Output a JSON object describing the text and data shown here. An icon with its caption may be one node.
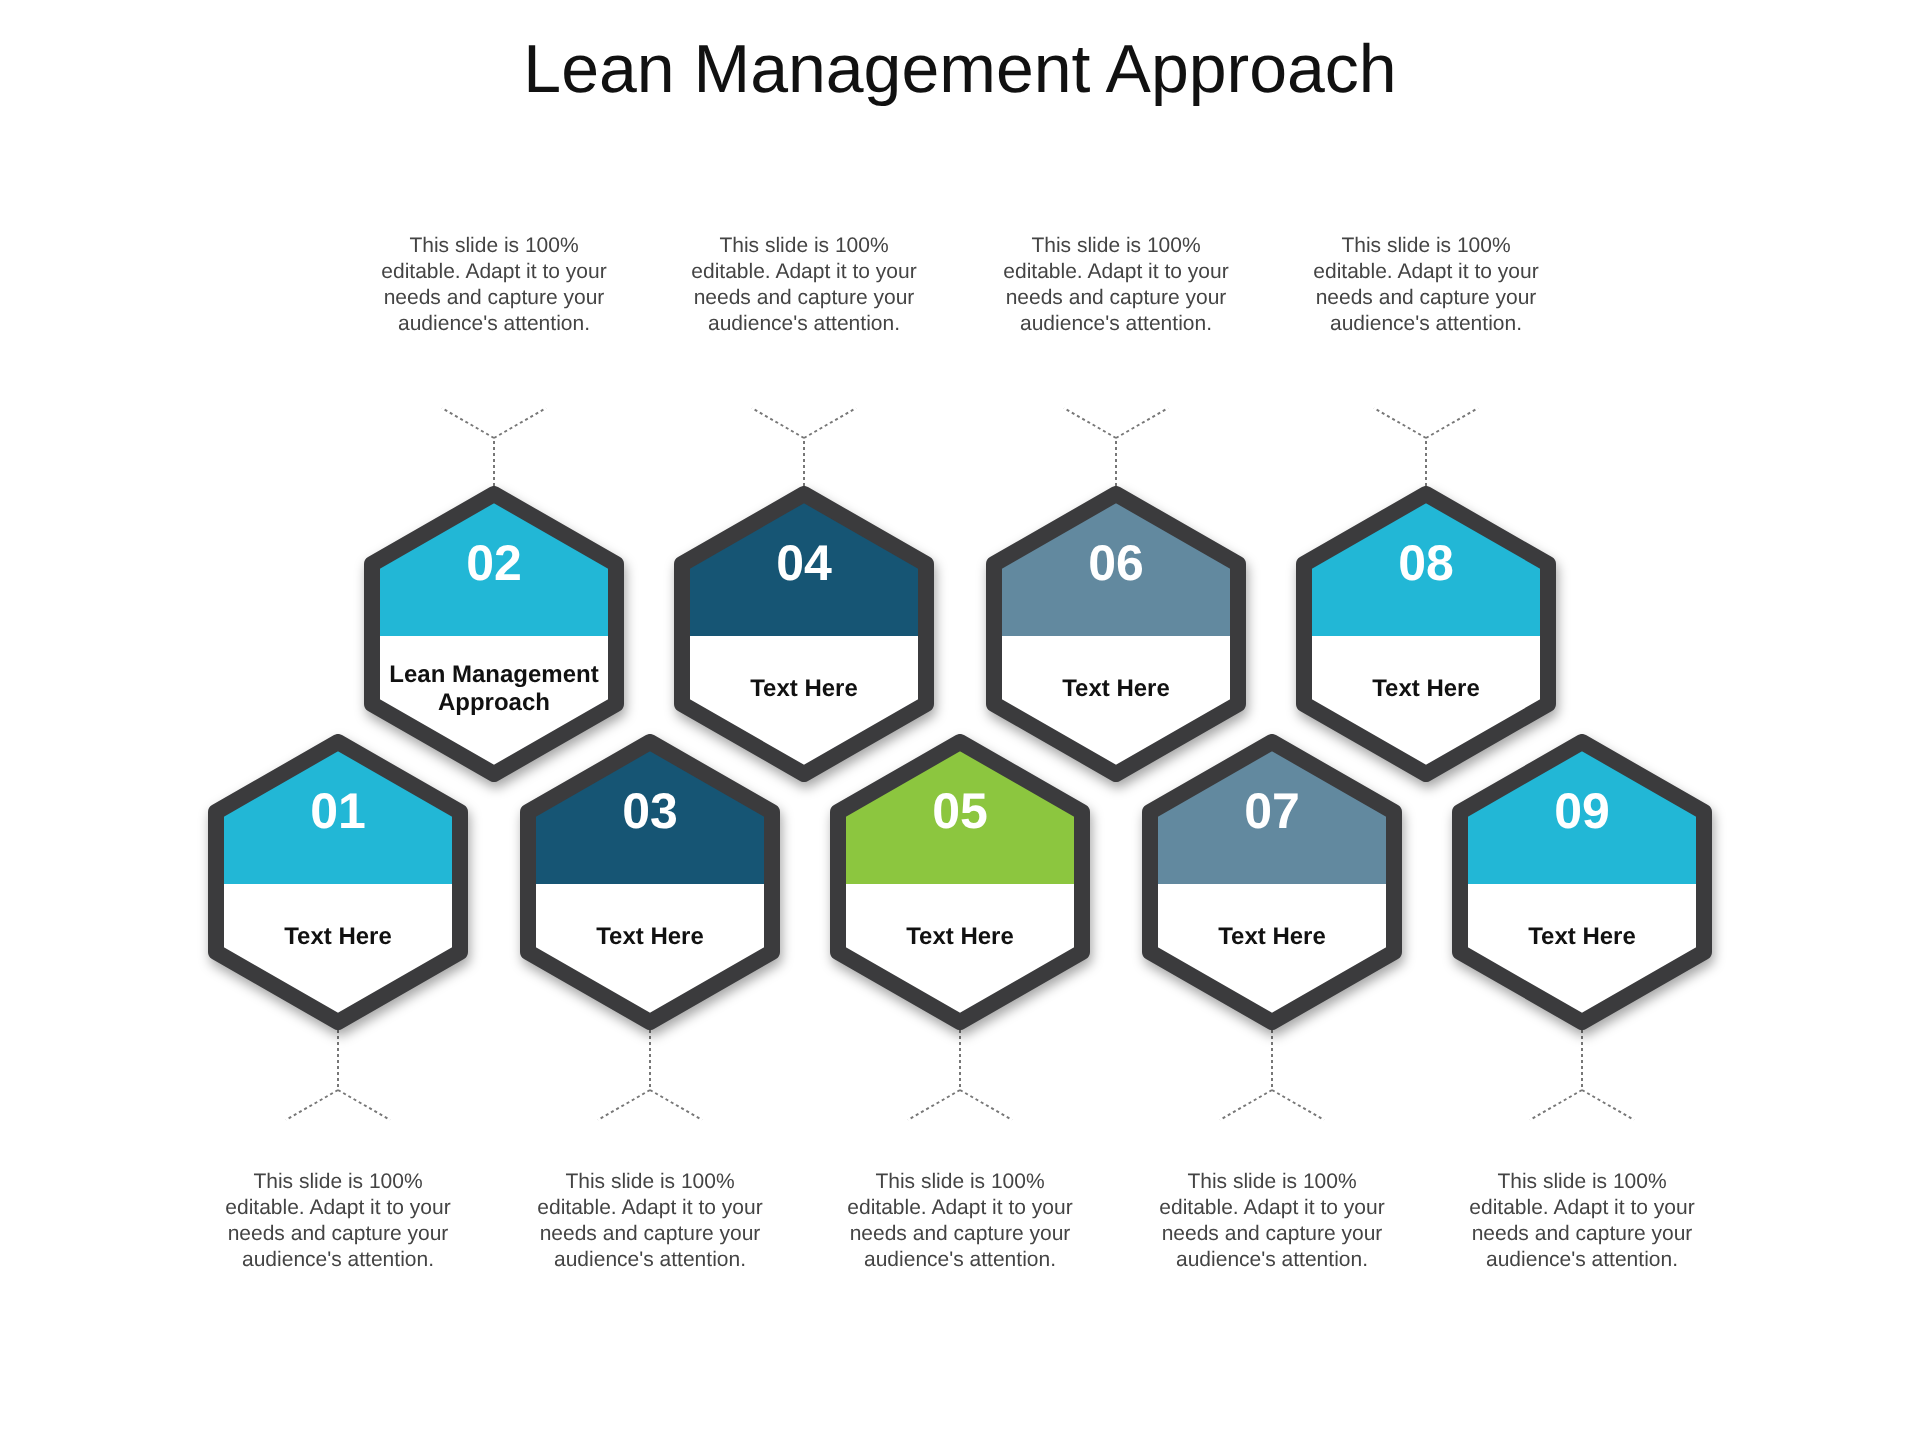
{
  "diagram": {
    "title": "Lean Management Approach",
    "nodes": [
      {
        "text": [
          "01",
          "Text Here"
        ]
      },
      {
        "text": [
          "02",
          "Lean Management Approach"
        ]
      },
      {
        "text": [
          "03",
          "Text Here"
        ]
      },
      {
        "text": [
          "04",
          "Text Here"
        ]
      },
      {
        "text": [
          "05",
          "Text Here"
        ]
      },
      {
        "text": [
          "06",
          "Text Here"
        ]
      },
      {
        "text": [
          "07",
          "Text Here"
        ]
      },
      {
        "text": [
          "08",
          "Text Here"
        ]
      },
      {
        "text": [
          "09",
          "Text Here"
        ]
      },
      {
        "text": [
          "This slide is 100% editable. Adapt it to your needs and capture your audience's attention."
        ]
      },
      {
        "text": [
          "This slide is 100% editable. Adapt it to your needs and capture your audience's attention."
        ]
      },
      {
        "text": [
          "This slide is 100% editable. Adapt it to your needs and capture your audience's attention."
        ]
      },
      {
        "text": [
          "This slide is 100% editable. Adapt it to your needs and capture your audience's attention."
        ]
      },
      {
        "text": [
          "This slide is 100% editable. Adapt it to your needs and capture your audience's attention."
        ]
      },
      {
        "text": [
          "This slide is 100% editable. Adapt it to your needs and capture your audience's attention."
        ]
      },
      {
        "text": [
          "This slide is 100% editable. Adapt it to your needs and capture your audience's attention."
        ]
      },
      {
        "text": [
          "This slide is 100% editable. Adapt it to your needs and capture your audience's attention."
        ]
      },
      {
        "text": [
          "This slide is 100% editable. Adapt it to your needs and capture your audience's attention."
        ]
      }
    ],
    "edges": [
      {
        "from": 0,
        "to": 9,
        "arrow": "other",
        "style": "dashed"
      },
      {
        "from": 1,
        "to": 10,
        "arrow": "other",
        "style": "dashed"
      },
      {
        "from": 2,
        "to": 11,
        "arrow": "other",
        "style": "dashed"
      },
      {
        "from": 3,
        "to": 12,
        "arrow": "other",
        "style": "dashed"
      },
      {
        "from": 4,
        "to": 13,
        "arrow": "other",
        "style": "dashed"
      },
      {
        "from": 5,
        "to": 14,
        "arrow": "other",
        "style": "dashed"
      },
      {
        "from": 6,
        "to": 15,
        "arrow": "other",
        "style": "dashed"
      },
      {
        "from": 7,
        "to": 16,
        "arrow": "other",
        "style": "dashed"
      },
      {
        "from": 8,
        "to": 17,
        "arrow": "other",
        "style": "dashed"
      }
    ]
  }
}
